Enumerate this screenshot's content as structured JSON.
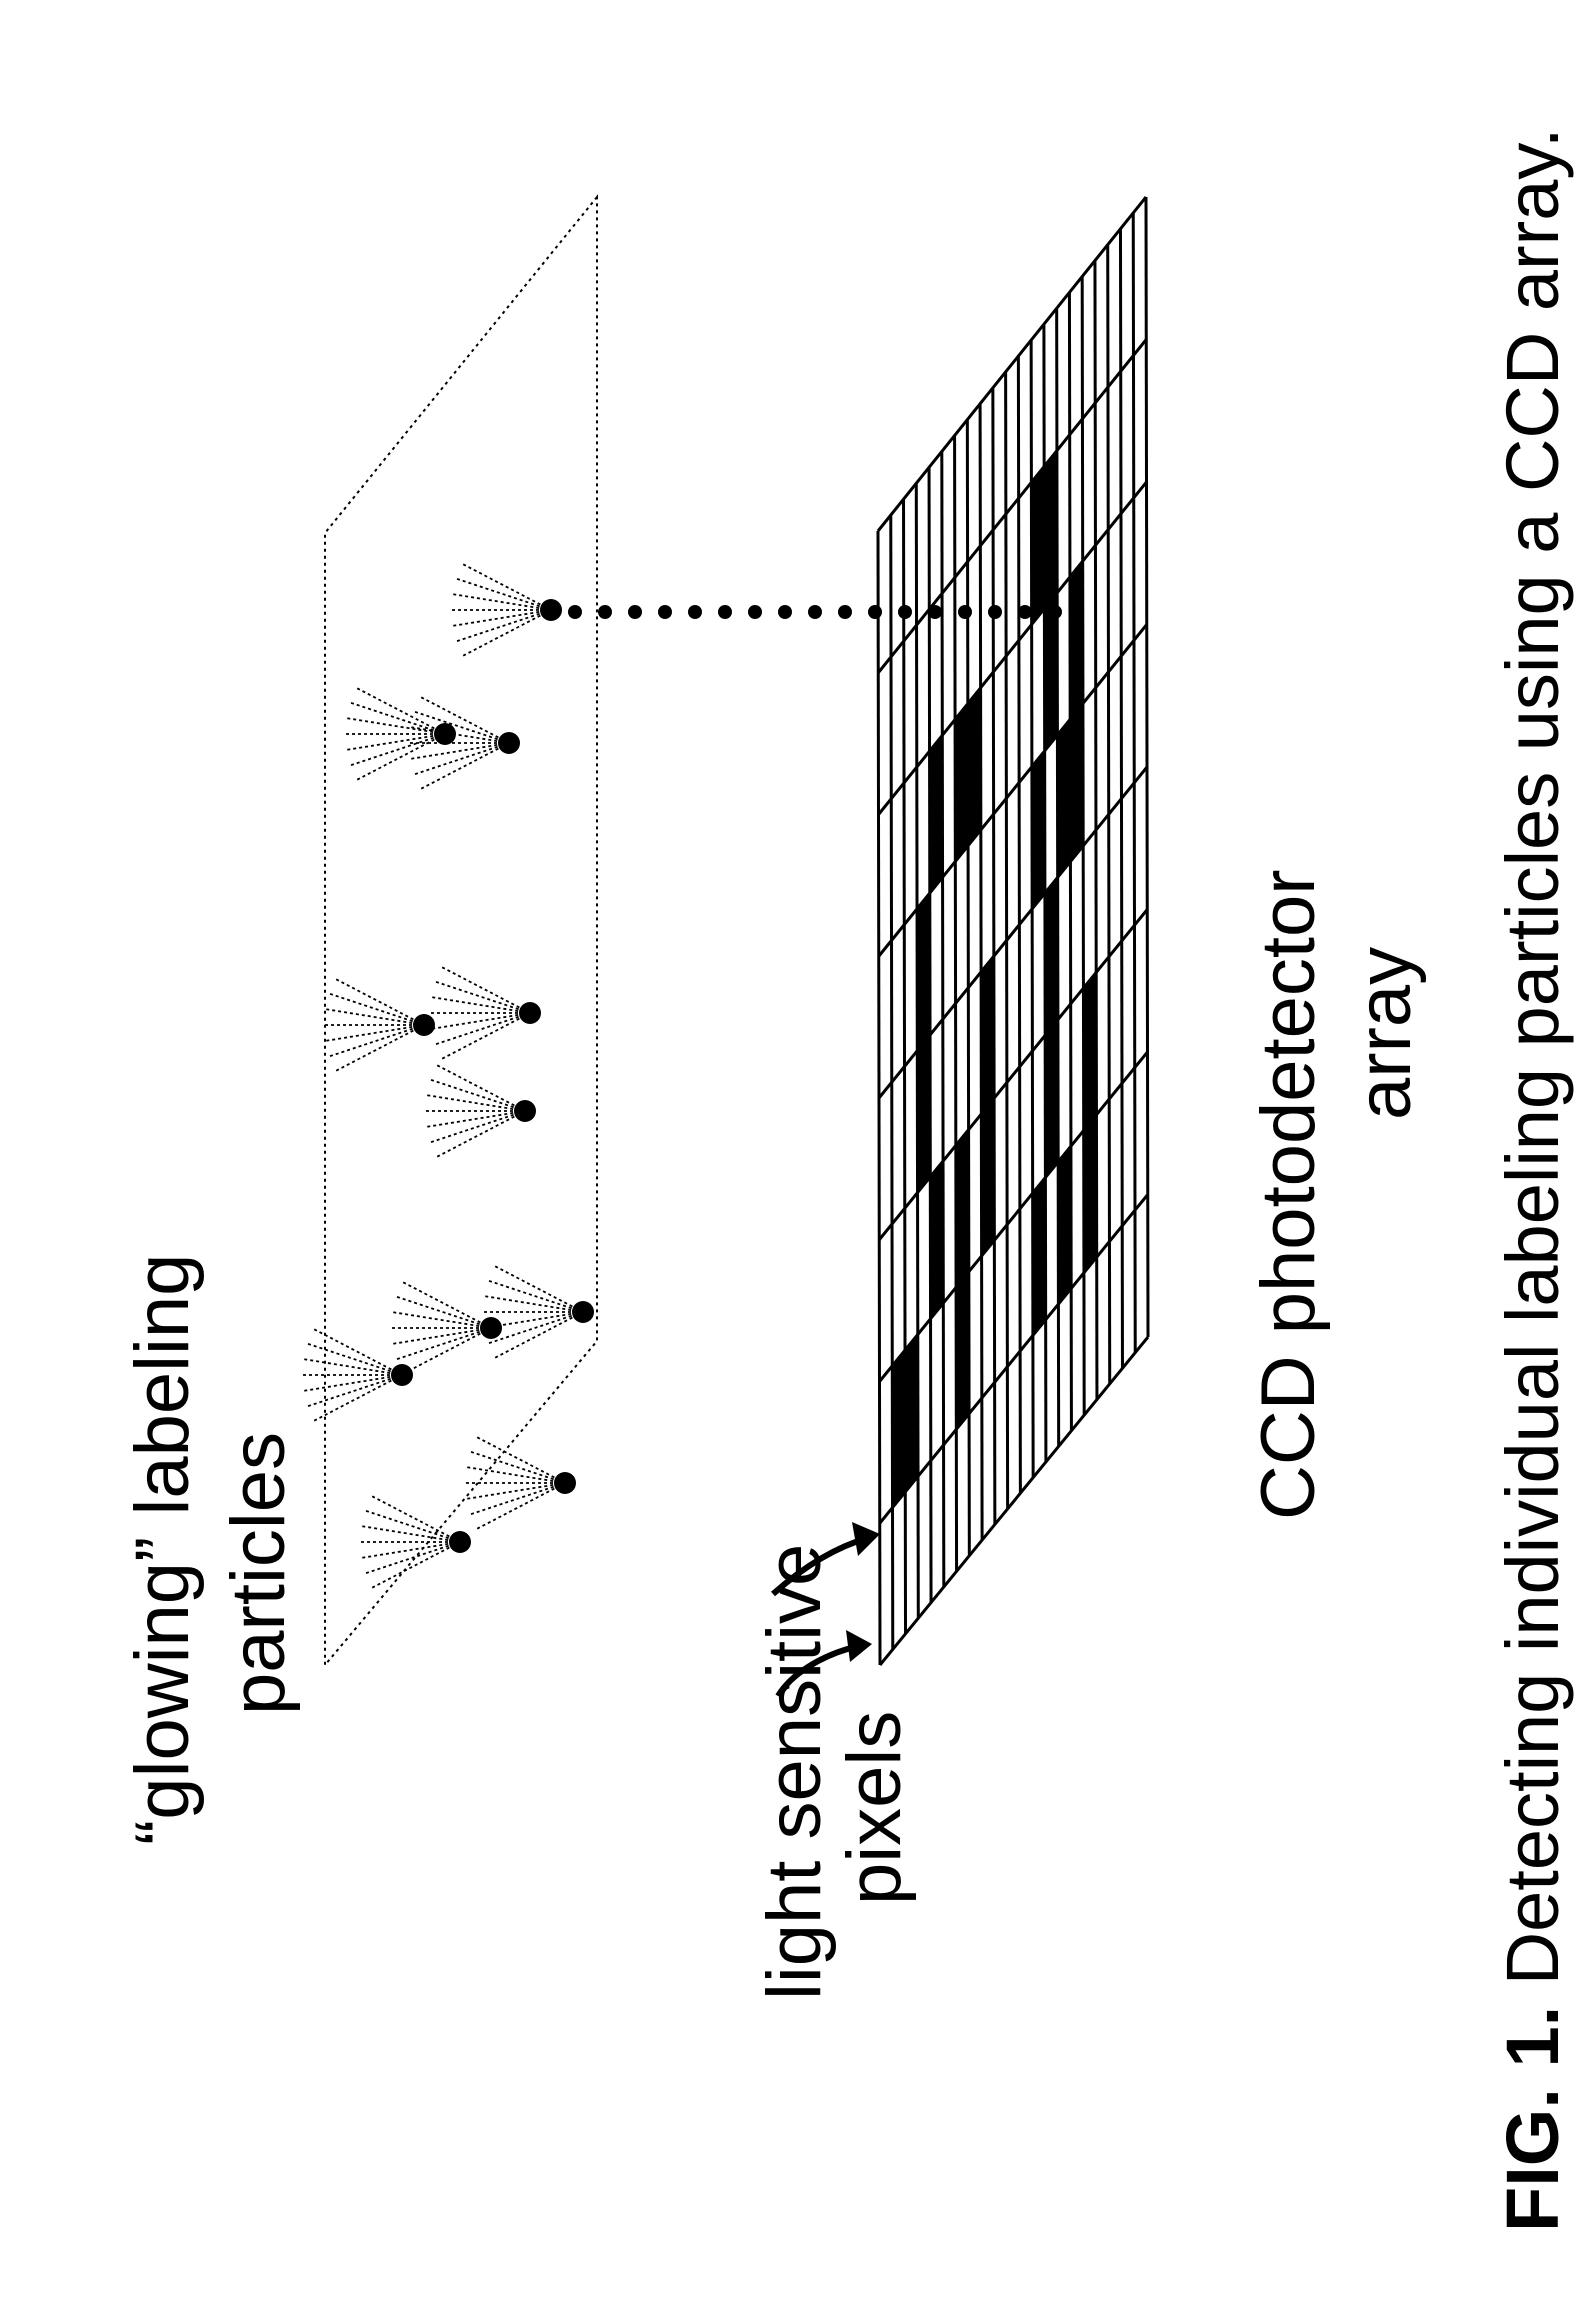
{
  "labels": {
    "glowing_line1": "“glowing” labeling",
    "glowing_line2": "particles",
    "ccd_line1": "CCD photodetector",
    "ccd_line2": "array",
    "light_line1": "light sensitive",
    "light_line2": "pixels"
  },
  "caption": {
    "fig_number": "FIG. 1.",
    "text": " Detecting individual labeling particles using a CCD array."
  },
  "grid": {
    "rows": 8,
    "cols": 21
  },
  "lit_pixels": [
    [
      5,
      4
    ],
    [
      6,
      4
    ],
    [
      2,
      5
    ],
    [
      3,
      5
    ],
    [
      3,
      6
    ],
    [
      6,
      6
    ],
    [
      1,
      7
    ],
    [
      2,
      7
    ],
    [
      4,
      7
    ],
    [
      5,
      7
    ],
    [
      1,
      8
    ],
    [
      6,
      8
    ],
    [
      3,
      8
    ],
    [
      4,
      12
    ],
    [
      5,
      12
    ],
    [
      2,
      13
    ],
    [
      2,
      14
    ],
    [
      5,
      14
    ],
    [
      6,
      14
    ],
    [
      2,
      16
    ],
    [
      5,
      16
    ],
    [
      3,
      17
    ],
    [
      4,
      17
    ],
    [
      6,
      18
    ],
    [
      6,
      19
    ]
  ],
  "particles": [
    {
      "glow": "left"
    },
    {
      "glow": "left"
    },
    {
      "glow": "left"
    },
    {
      "glow": "left"
    },
    {
      "glow": "left"
    },
    {
      "glow": "left"
    },
    {
      "glow": "left"
    },
    {
      "glow": "left"
    },
    {
      "glow": "left"
    },
    {
      "glow": "left"
    },
    {
      "glow": "left"
    }
  ]
}
